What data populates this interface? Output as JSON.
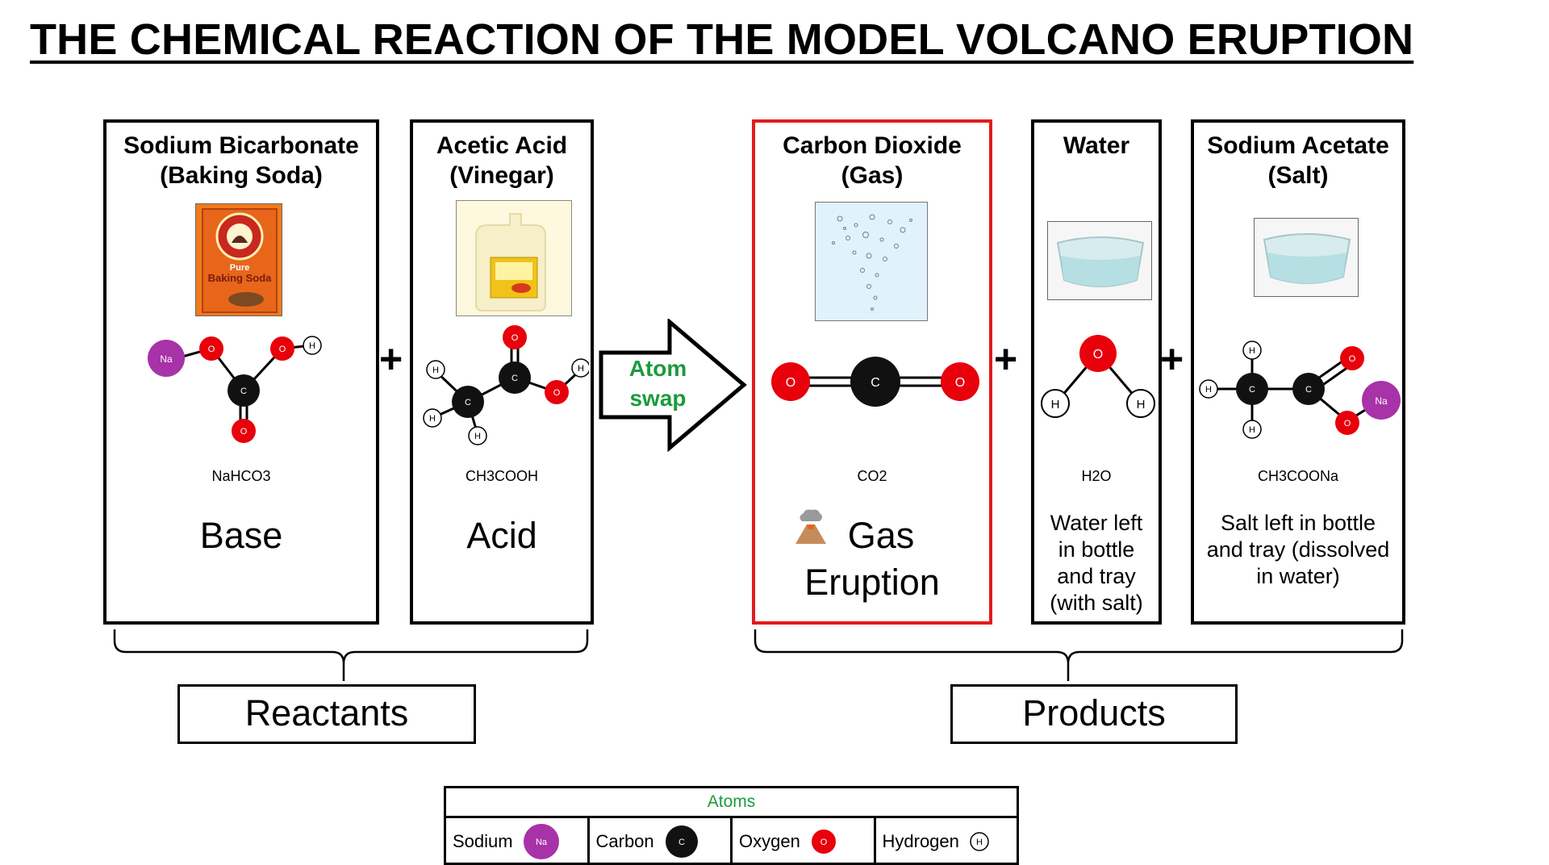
{
  "title": "THE CHEMICAL REACTION OF THE MODEL VOLCANO ERUPTION",
  "reactants": [
    {
      "title_l1": "Sodium Bicarbonate",
      "title_l2": "(Baking Soda)",
      "formula": "NaHCO3",
      "role": "Base",
      "box_text": [
        "Pure",
        "Baking Soda"
      ]
    },
    {
      "title_l1": "Acetic Acid",
      "title_l2": "(Vinegar)",
      "formula": "CH3COOH",
      "role": "Acid"
    }
  ],
  "arrow": {
    "line1": "Atom",
    "line2": "swap",
    "color": "#1a9b3c"
  },
  "products": [
    {
      "title_l1": "Carbon Dioxide",
      "title_l2": "(Gas)",
      "formula": "CO2",
      "desc_l1": "Gas",
      "desc_l2": "Eruption",
      "border": "#e31a1c"
    },
    {
      "title_l1": "Water",
      "formula": "H2O",
      "desc": [
        "Water left",
        "in bottle",
        "and tray",
        "(with salt)"
      ]
    },
    {
      "title_l1": "Sodium Acetate",
      "title_l2": "(Salt)",
      "formula": "CH3COONa",
      "desc": [
        "Salt left in bottle",
        "and tray (dissolved",
        "in water)"
      ]
    }
  ],
  "atom_labels": {
    "sodium": "Na",
    "carbon": "C",
    "oxygen": "O",
    "hydrogen": "H"
  },
  "plus": "+",
  "groups": {
    "reactants": "Reactants",
    "products": "Products"
  },
  "legend": {
    "header": "Atoms",
    "items": [
      {
        "name": "Sodium",
        "symbol": "Na",
        "color": "#a832a8"
      },
      {
        "name": "Carbon",
        "symbol": "C",
        "color": "#111111"
      },
      {
        "name": "Oxygen",
        "symbol": "O",
        "color": "#e8000b"
      },
      {
        "name": "Hydrogen",
        "symbol": "H",
        "color": "#ffffff"
      }
    ]
  },
  "colors": {
    "sodium": "#a832a8",
    "carbon": "#111111",
    "oxygen": "#e8000b",
    "hydrogen": "#ffffff",
    "accent_green": "#1a9b3c",
    "highlight_red": "#e31a1c"
  }
}
